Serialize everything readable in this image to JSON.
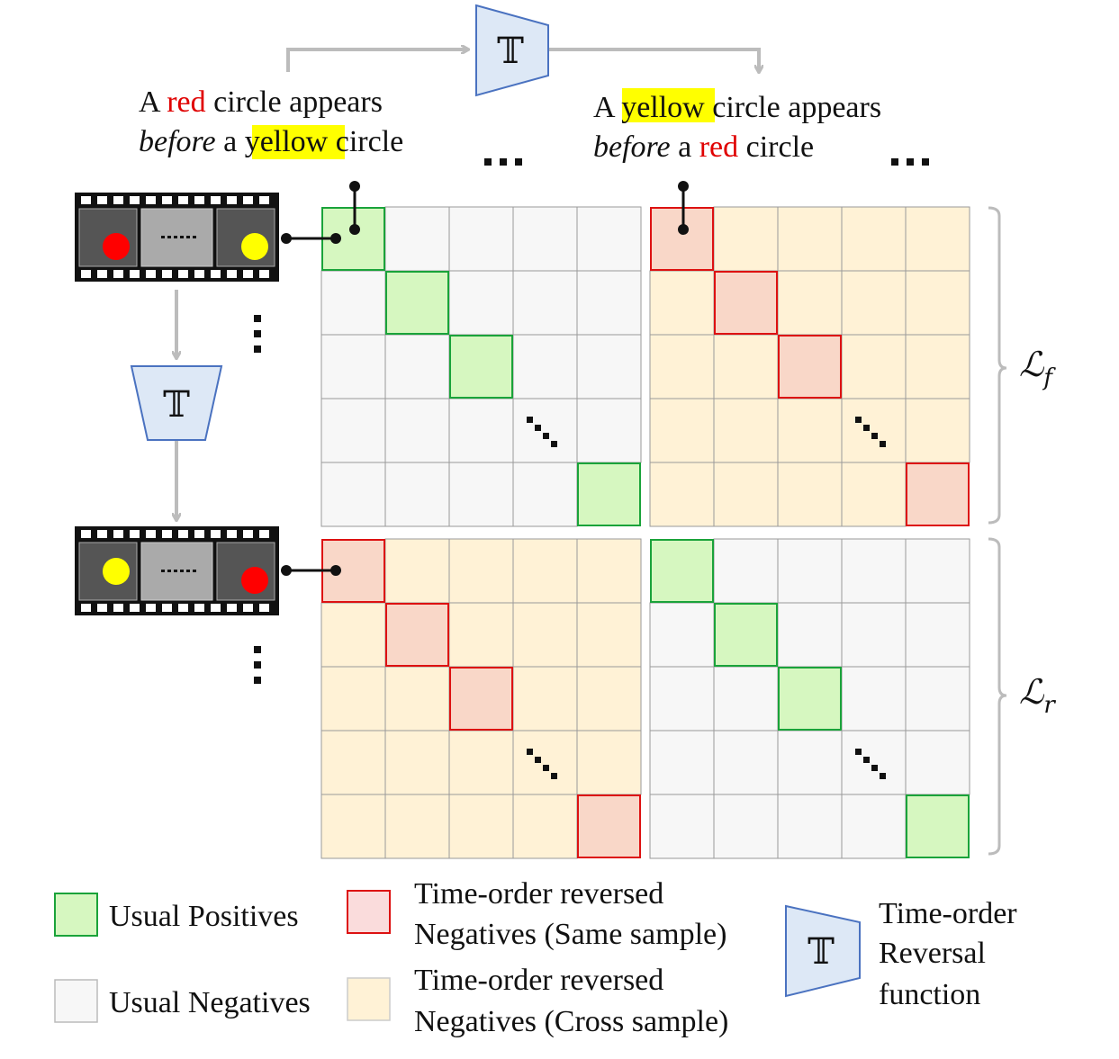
{
  "texts": {
    "sym": "𝕋",
    "ellipsis": "...",
    "loss_f": "ℒ",
    "loss_f_sub": "f",
    "loss_r": "ℒ",
    "loss_r_sub": "r"
  },
  "caption_left": {
    "line1": [
      "A ",
      "red",
      " circle appears"
    ],
    "line2": [
      "before",
      " a ",
      "yellow",
      " circle"
    ]
  },
  "caption_right": {
    "line1": [
      "A ",
      "yellow",
      " circle appears"
    ],
    "line2": [
      "before",
      " a ",
      "red",
      " circle"
    ]
  },
  "legend": {
    "usual_pos": "Usual Positives",
    "usual_neg": "Usual Negatives",
    "same_1": "Time-order reversed",
    "same_2": "Negatives (Same sample)",
    "cross_1": "Time-order reversed",
    "cross_2": "Negatives (Cross sample)",
    "func_1": "Time-order",
    "func_2": "Reversal",
    "func_3": "function"
  },
  "matrices": [
    {
      "name": "forward-usual",
      "cell_type": "usual-negative",
      "diag_type": "usual-positive"
    },
    {
      "name": "forward-reversed",
      "cell_type": "cross-sample-negative",
      "diag_type": "same-sample-negative"
    },
    {
      "name": "reversed-reversed",
      "cell_type": "cross-sample-negative",
      "diag_type": "same-sample-negative"
    },
    {
      "name": "reversed-usual",
      "cell_type": "usual-negative",
      "diag_type": "usual-positive"
    }
  ],
  "colors": {
    "red": "#e00000",
    "yellow": "#ffff00",
    "pos_fill": "#d6f7c0",
    "pos_stroke": "#1aa33a",
    "neg_fill": "#f7f7f7",
    "same_fill": "#f9d7c8",
    "same_stroke": "#dd1111",
    "cross_fill": "#fff2d6",
    "grid": "#9a9a9a",
    "arrow": "#bcbcbc",
    "trap_fill": "#dde8f6",
    "trap_stroke": "#4a72c0"
  }
}
